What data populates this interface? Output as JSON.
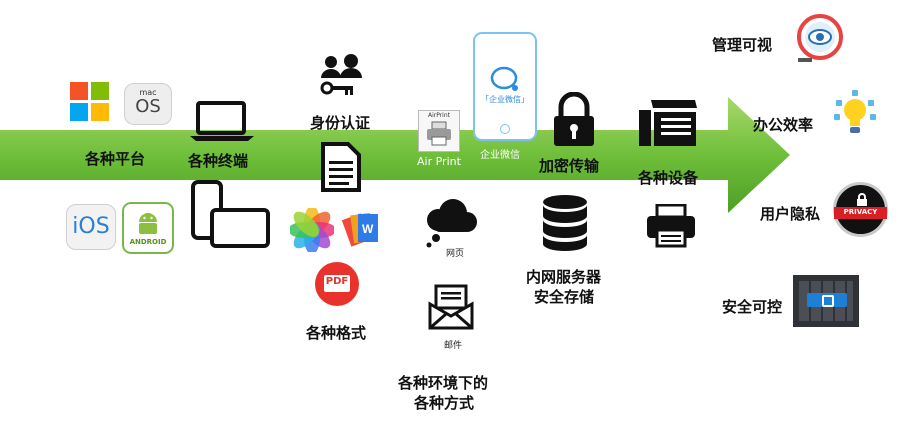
{
  "labels": {
    "platforms": "各种平台",
    "terminals": "各种终端",
    "identity": "身份认证",
    "formats": "各种格式",
    "methods_line1": "各种环境下的",
    "methods_line2": "各种方式",
    "encrypted": "加密传输",
    "storage_line1": "内网服务器",
    "storage_line2": "安全存储",
    "devices": "各种设备",
    "manage": "管理可视",
    "efficiency": "办公效率",
    "privacy": "用户隐私",
    "control": "安全可控"
  },
  "icon_text": {
    "macos_top": "mac",
    "macos_bottom": "OS",
    "ios": "iOS",
    "android": "ANDROID",
    "pdf": "PDF",
    "airprint_badge": "AirPrint",
    "airprint": "Air Print",
    "wecom": "企业微信",
    "wecom_screen": "「企业微信」",
    "cloud": "网页",
    "mail": "邮件",
    "privacy_badge": "PRIVACY"
  },
  "colors": {
    "arrow_light": "#8cc63f",
    "arrow_dark": "#5aa62a"
  }
}
